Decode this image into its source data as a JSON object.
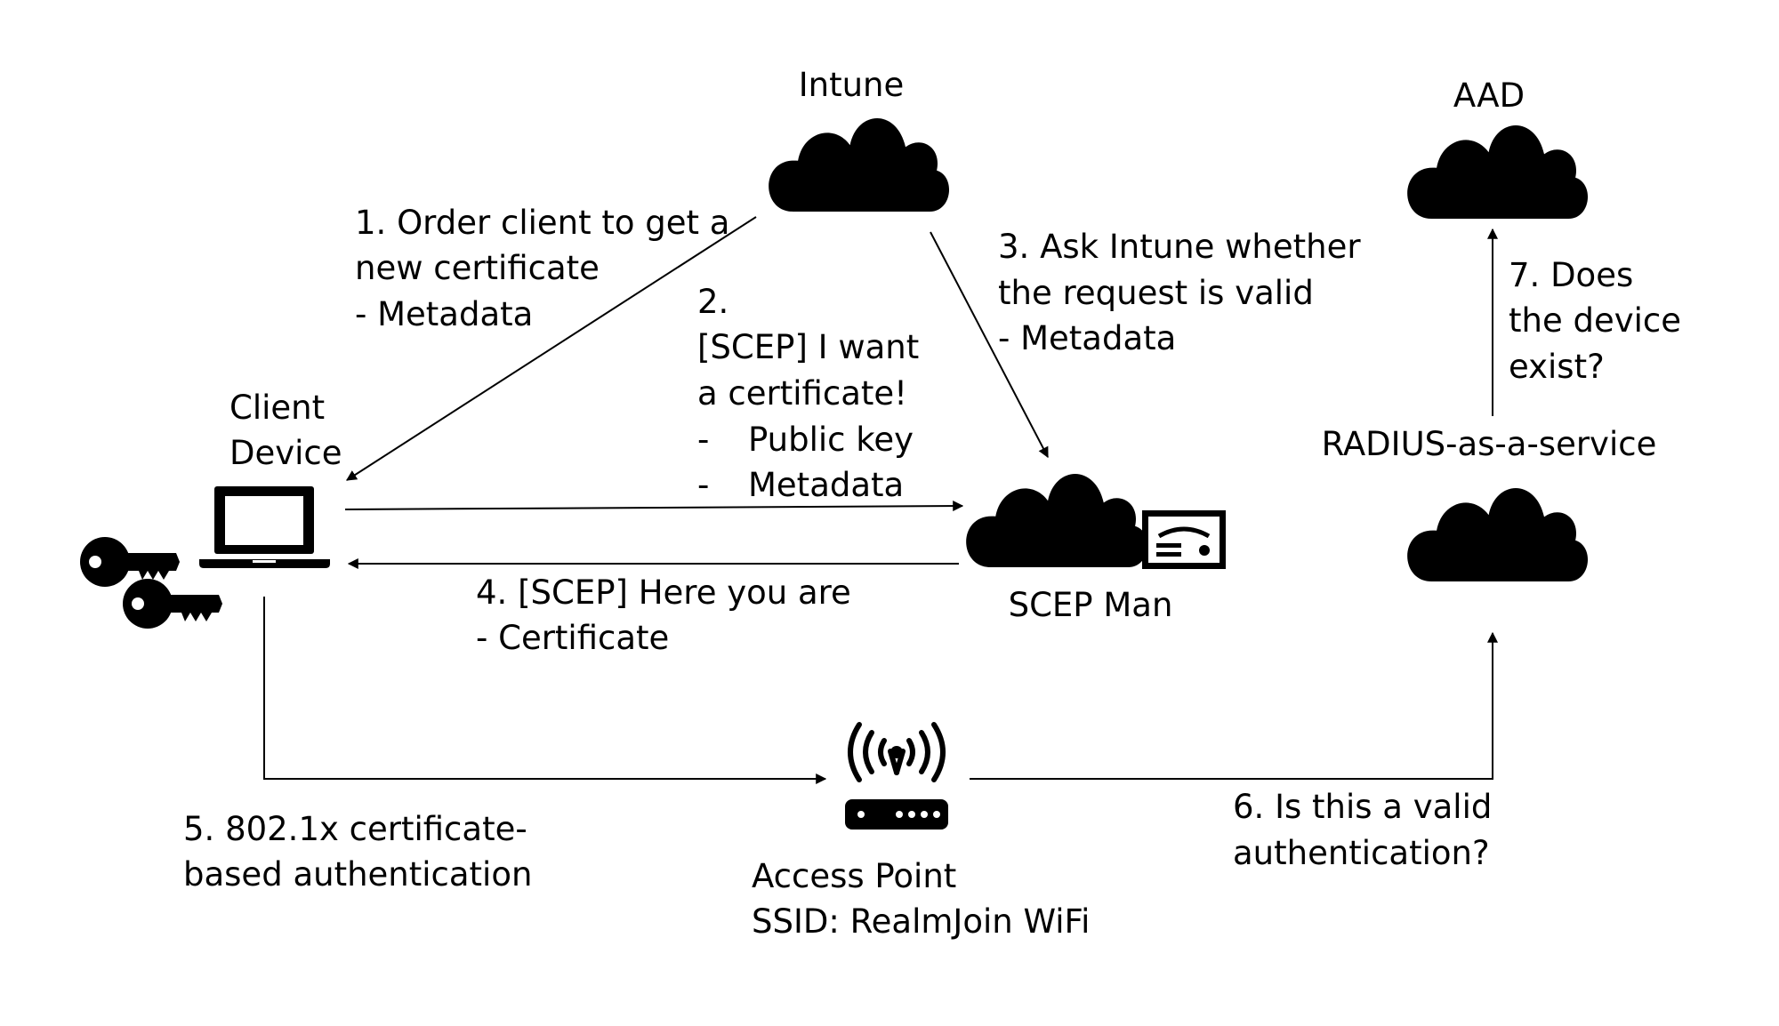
{
  "nodes": {
    "intune": {
      "label": "Intune",
      "icon": "cloud-icon"
    },
    "aad": {
      "label": "AAD",
      "icon": "cloud-icon"
    },
    "client": {
      "label_lines": [
        "Client",
        "Device"
      ],
      "icons": [
        "laptop-icon",
        "key-icon",
        "key-icon"
      ]
    },
    "scepman": {
      "label": "SCEP Man",
      "icons": [
        "cloud-icon",
        "certificate-icon"
      ]
    },
    "radius": {
      "label": "RADIUS-as-a-service",
      "icon": "cloud-icon"
    },
    "access_point": {
      "label_lines": [
        "Access Point",
        "SSID: RealmJoin WiFi"
      ],
      "icon": "wifi-router-icon"
    }
  },
  "steps": [
    {
      "id": "step1",
      "lines": [
        "1. Order client to get a",
        "new certificate",
        "- Metadata"
      ]
    },
    {
      "id": "step2",
      "lines": [
        "2.",
        "[SCEP] I want",
        "a certificate!",
        "-",
        "Public key",
        "-",
        "Metadata"
      ]
    },
    {
      "id": "step3",
      "lines": [
        "3. Ask Intune whether",
        "the request is valid",
        "- Metadata"
      ]
    },
    {
      "id": "step4",
      "lines": [
        "4. [SCEP] Here you are",
        "- Certificate"
      ]
    },
    {
      "id": "step5",
      "lines": [
        "5. 802.1x certificate-",
        "based authentication"
      ]
    },
    {
      "id": "step6",
      "lines": [
        "6. Is this a valid",
        "authentication?"
      ]
    },
    {
      "id": "step7",
      "lines": [
        "7. Does",
        "the device",
        "exist?"
      ]
    }
  ],
  "colors": {
    "ink": "#000000",
    "background": "#ffffff"
  }
}
